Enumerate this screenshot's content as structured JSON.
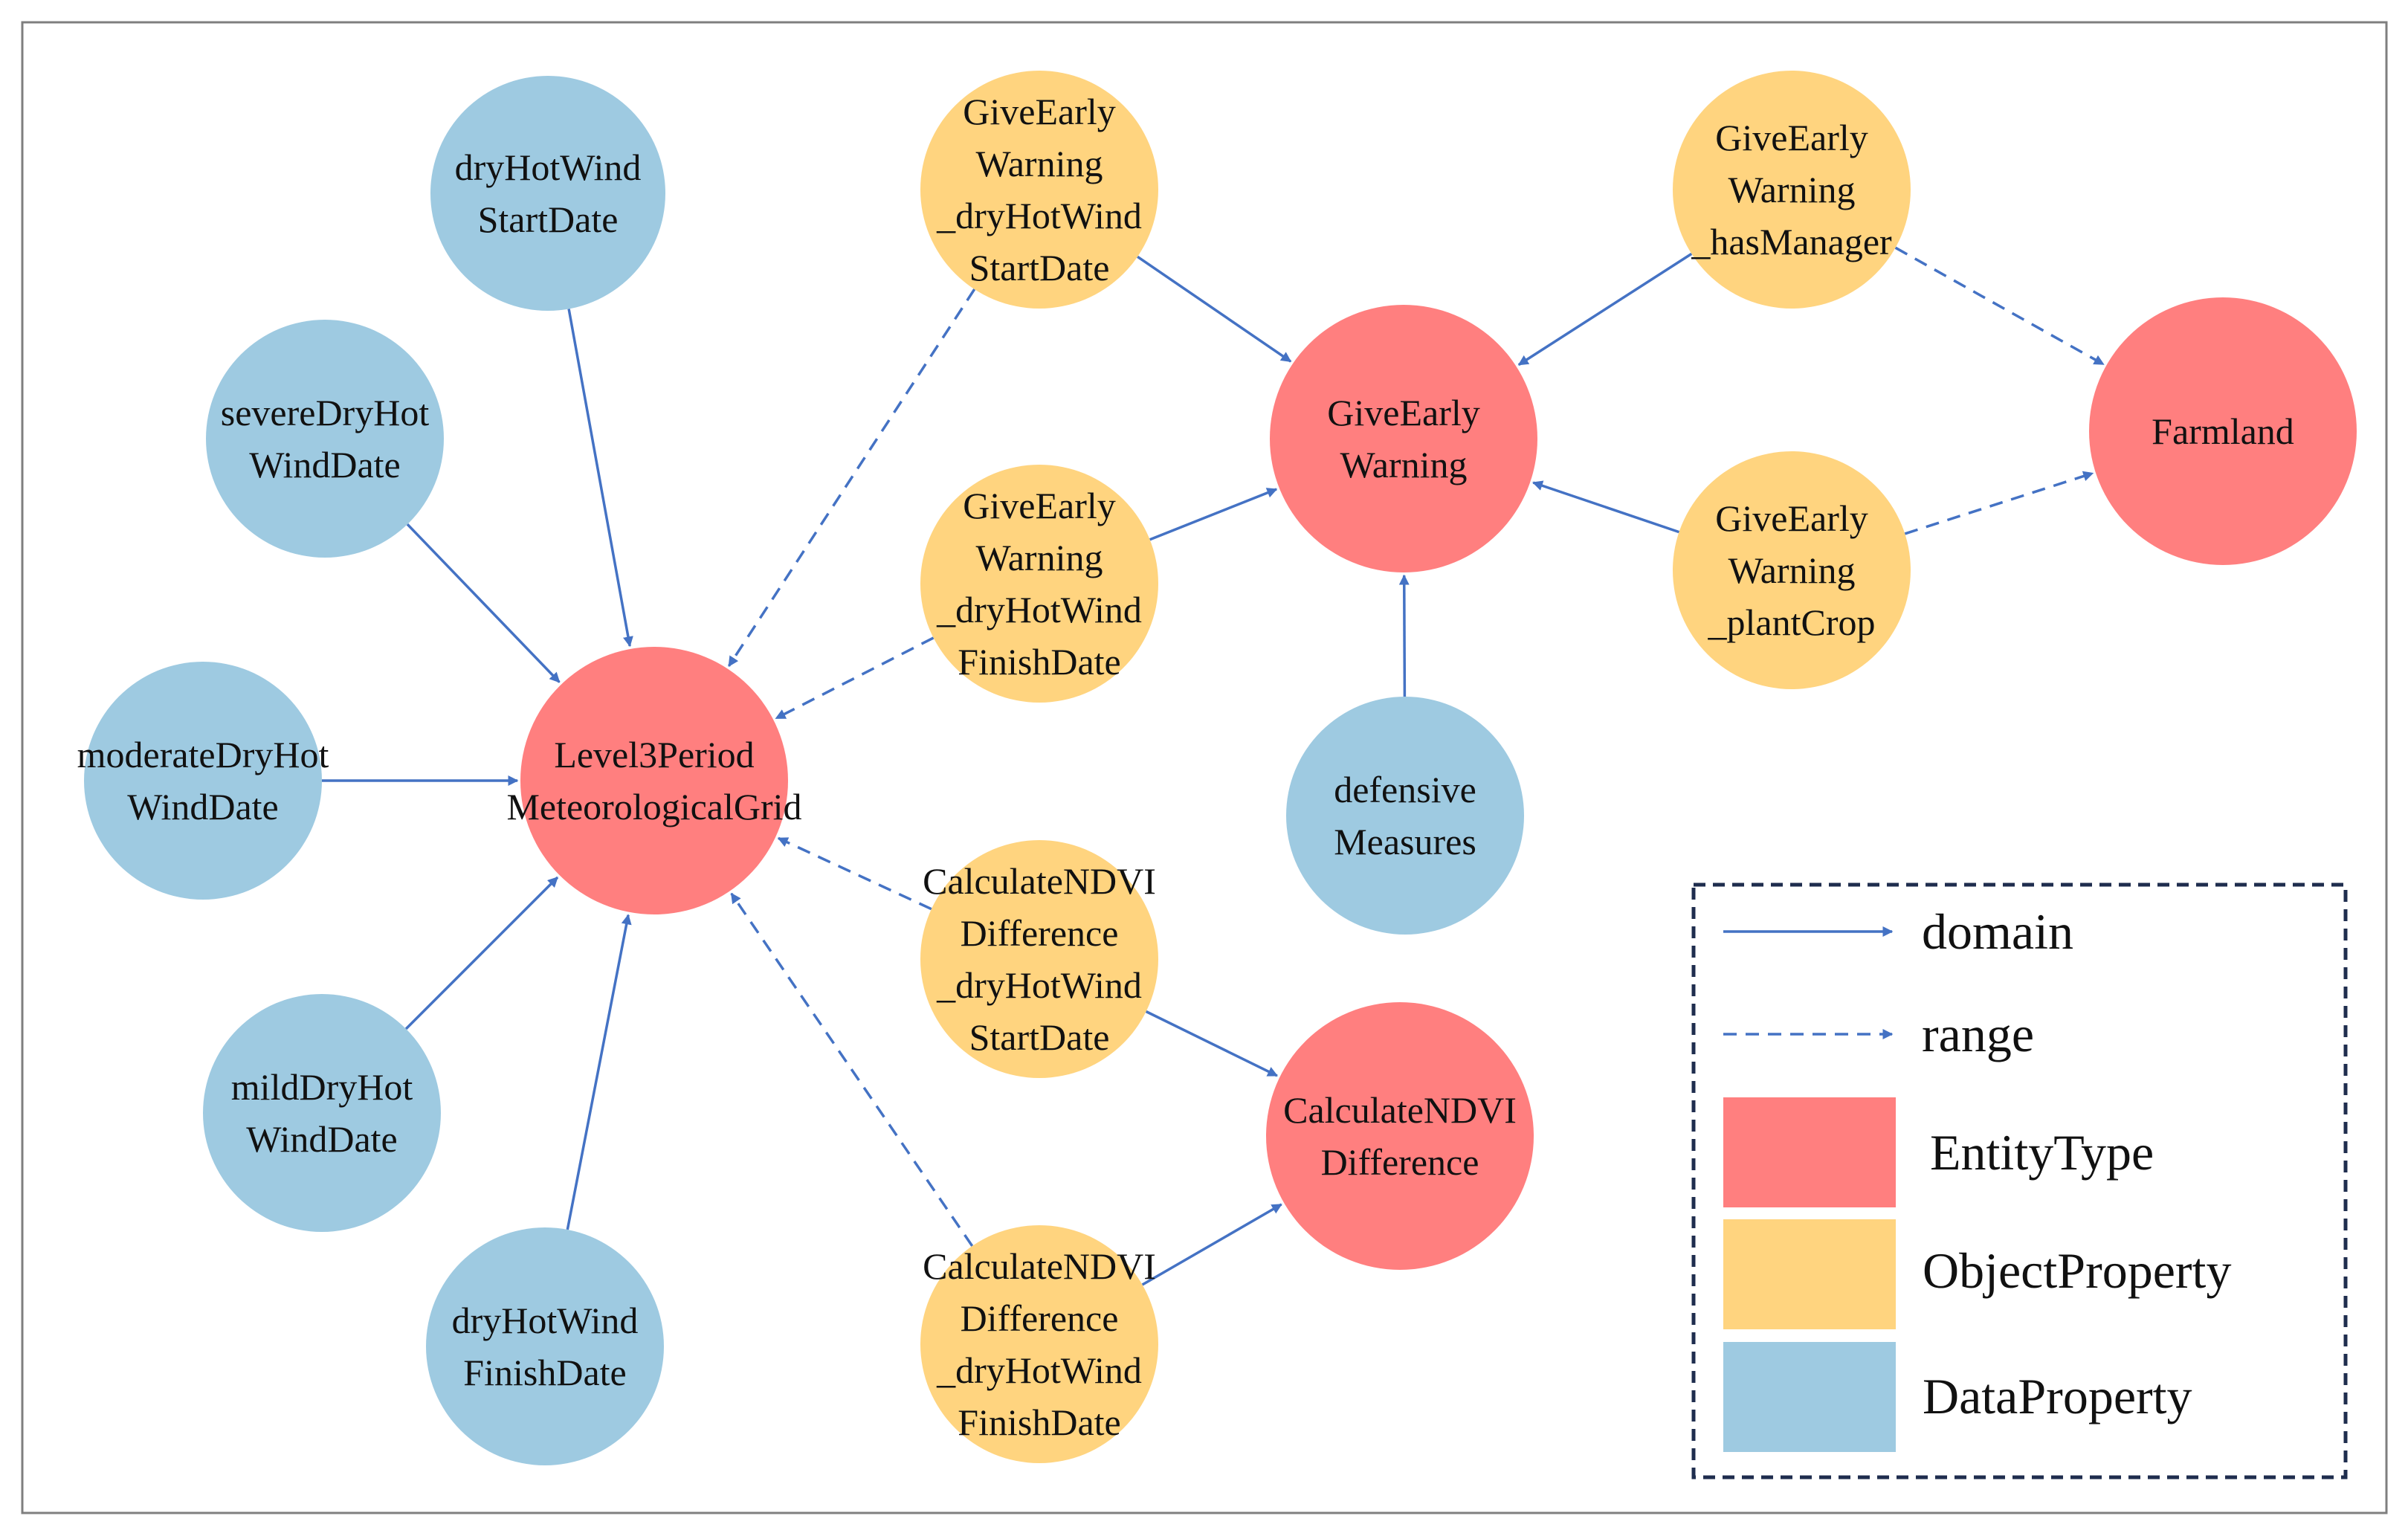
{
  "colors": {
    "entity": "#FF7F7F",
    "object": "#FFD47F",
    "data": "#9ECAE1",
    "edge": "#4472C4"
  },
  "nodes": [
    {
      "id": "dryHotWindStart",
      "type": "data",
      "lines": [
        "dryHotWind",
        "StartDate"
      ]
    },
    {
      "id": "severeDryHot",
      "type": "data",
      "lines": [
        "severeDryHot",
        "WindDate"
      ]
    },
    {
      "id": "moderateDryHot",
      "type": "data",
      "lines": [
        "moderateDryHot",
        "WindDate"
      ]
    },
    {
      "id": "mildDryHot",
      "type": "data",
      "lines": [
        "mildDryHot",
        "WindDate"
      ]
    },
    {
      "id": "dryHotWindFinish",
      "type": "data",
      "lines": [
        "dryHotWind",
        "FinishDate"
      ]
    },
    {
      "id": "level3",
      "type": "entity",
      "lines": [
        "Level3Period",
        "MeteorologicalGrid"
      ]
    },
    {
      "id": "gewStart",
      "type": "object",
      "lines": [
        "GiveEarly",
        "Warning",
        "_dryHotWind",
        "StartDate"
      ]
    },
    {
      "id": "gewFinish",
      "type": "object",
      "lines": [
        "GiveEarly",
        "Warning",
        "_dryHotWind",
        "FinishDate"
      ]
    },
    {
      "id": "giveEarlyWarning",
      "type": "entity",
      "lines": [
        "GiveEarly",
        "Warning"
      ]
    },
    {
      "id": "gewManager",
      "type": "object",
      "lines": [
        "GiveEarly",
        "Warning",
        "_hasManager"
      ]
    },
    {
      "id": "gewCrop",
      "type": "object",
      "lines": [
        "GiveEarly",
        "Warning",
        "_plantCrop"
      ]
    },
    {
      "id": "farmland",
      "type": "entity",
      "lines": [
        "Farmland"
      ]
    },
    {
      "id": "defensive",
      "type": "data",
      "lines": [
        "defensive",
        "Measures"
      ]
    },
    {
      "id": "cndStart",
      "type": "object",
      "lines": [
        "CalculateNDVI",
        "Difference",
        "_dryHotWind",
        "StartDate"
      ]
    },
    {
      "id": "cndFinish",
      "type": "object",
      "lines": [
        "CalculateNDVI",
        "Difference",
        "_dryHotWind",
        "FinishDate"
      ]
    },
    {
      "id": "calcNDVI",
      "type": "entity",
      "lines": [
        "CalculateNDVI",
        "Difference"
      ]
    }
  ],
  "edges": [
    {
      "from": "dryHotWindStart",
      "to": "level3",
      "kind": "domain"
    },
    {
      "from": "severeDryHot",
      "to": "level3",
      "kind": "domain"
    },
    {
      "from": "moderateDryHot",
      "to": "level3",
      "kind": "domain"
    },
    {
      "from": "mildDryHot",
      "to": "level3",
      "kind": "domain"
    },
    {
      "from": "dryHotWindFinish",
      "to": "level3",
      "kind": "domain"
    },
    {
      "from": "gewStart",
      "to": "level3",
      "kind": "range"
    },
    {
      "from": "gewFinish",
      "to": "level3",
      "kind": "range"
    },
    {
      "from": "cndStart",
      "to": "level3",
      "kind": "range"
    },
    {
      "from": "cndFinish",
      "to": "level3",
      "kind": "range"
    },
    {
      "from": "gewStart",
      "to": "giveEarlyWarning",
      "kind": "domain"
    },
    {
      "from": "gewFinish",
      "to": "giveEarlyWarning",
      "kind": "domain"
    },
    {
      "from": "gewManager",
      "to": "giveEarlyWarning",
      "kind": "domain"
    },
    {
      "from": "gewCrop",
      "to": "giveEarlyWarning",
      "kind": "domain"
    },
    {
      "from": "defensive",
      "to": "giveEarlyWarning",
      "kind": "domain"
    },
    {
      "from": "gewManager",
      "to": "farmland",
      "kind": "range"
    },
    {
      "from": "gewCrop",
      "to": "farmland",
      "kind": "range"
    },
    {
      "from": "cndStart",
      "to": "calcNDVI",
      "kind": "domain"
    },
    {
      "from": "cndFinish",
      "to": "calcNDVI",
      "kind": "domain"
    }
  ],
  "legend": {
    "domain": "domain",
    "range": "range",
    "entity": "EntityType",
    "object": "ObjectProperty",
    "data": "DataProperty"
  }
}
